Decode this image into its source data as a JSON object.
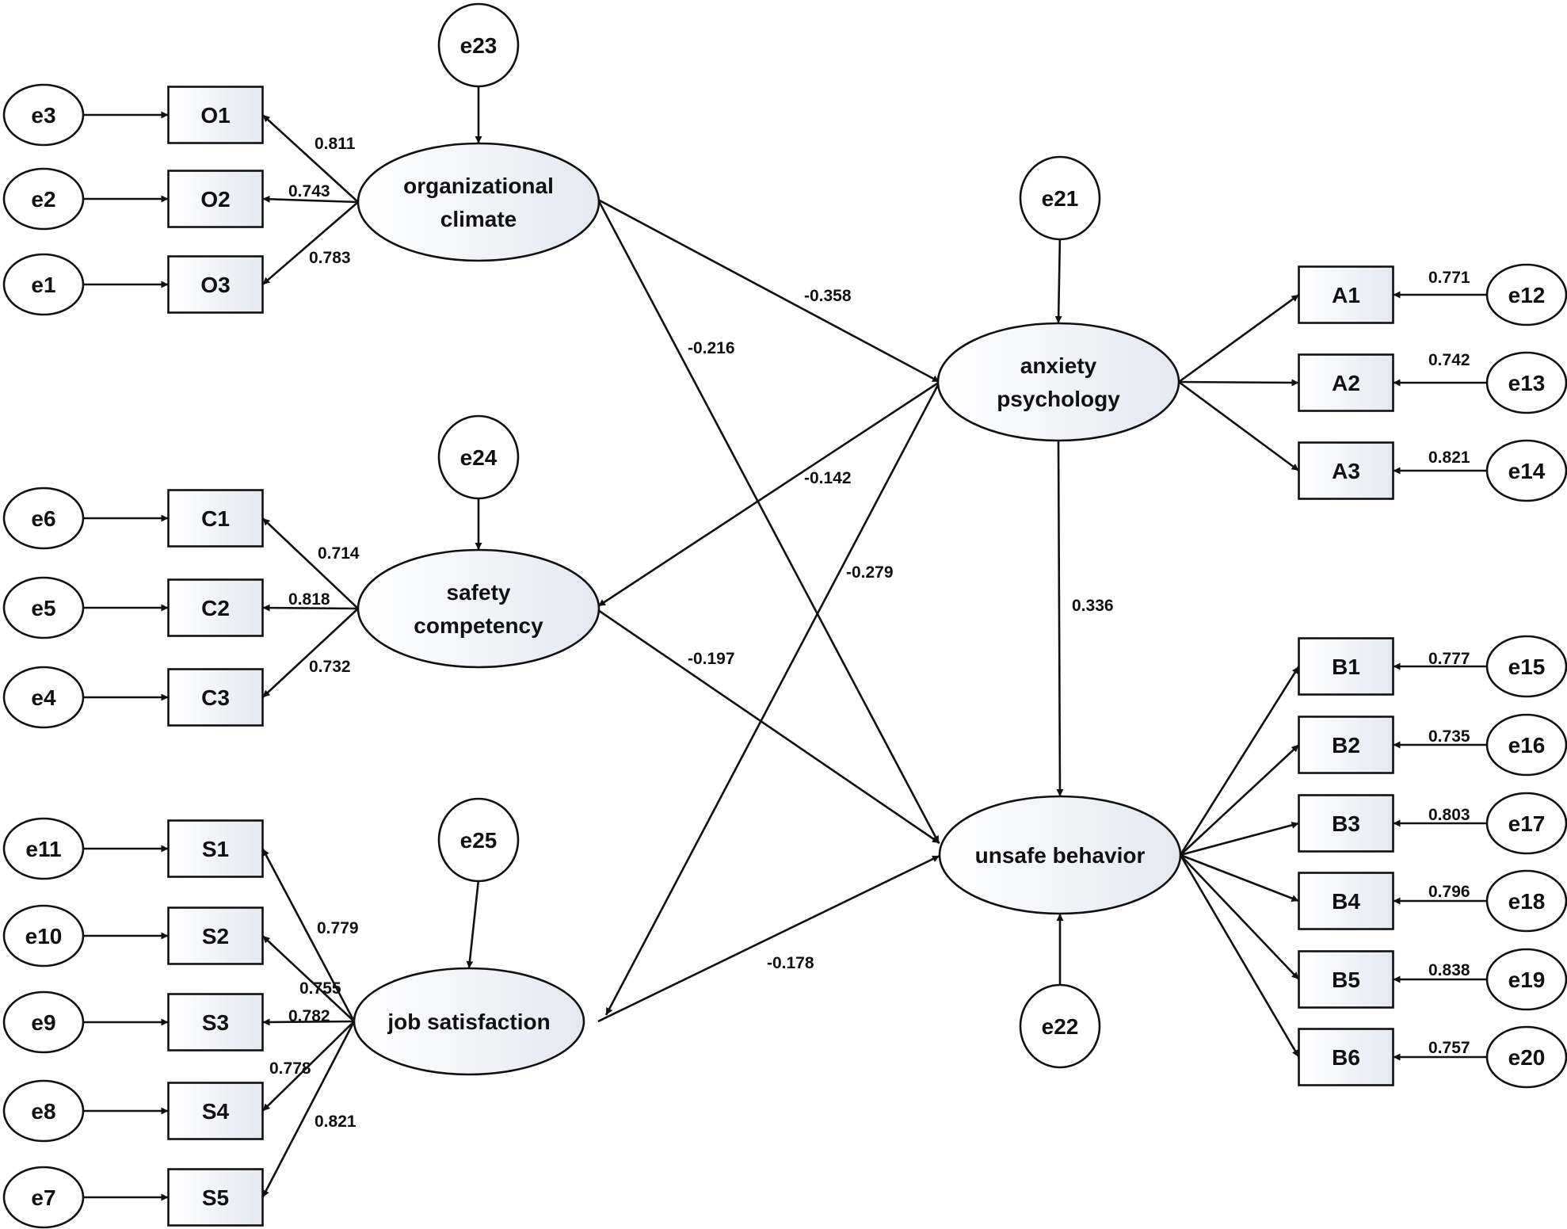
{
  "colors": {
    "stroke": "#111111",
    "fill_gradient_start": "#ffffff",
    "fill_gradient_end": "#e3e8f2"
  },
  "latents": {
    "organizational_climate": [
      "organizational",
      "climate"
    ],
    "safety_competency": [
      "safety",
      "competency"
    ],
    "job_satisfaction": [
      "job satisfaction"
    ],
    "anxiety_psychology": [
      "anxiety",
      "psychology"
    ],
    "unsafe_behavior": [
      "unsafe behavior"
    ]
  },
  "indicators": {
    "O1": "O1",
    "O2": "O2",
    "O3": "O3",
    "C1": "C1",
    "C2": "C2",
    "C3": "C3",
    "S1": "S1",
    "S2": "S2",
    "S3": "S3",
    "S4": "S4",
    "S5": "S5",
    "A1": "A1",
    "A2": "A2",
    "A3": "A3",
    "B1": "B1",
    "B2": "B2",
    "B3": "B3",
    "B4": "B4",
    "B5": "B5",
    "B6": "B6"
  },
  "errors": {
    "e1": "e1",
    "e2": "e2",
    "e3": "e3",
    "e4": "e4",
    "e5": "e5",
    "e6": "e6",
    "e7": "e7",
    "e8": "e8",
    "e9": "e9",
    "e10": "e10",
    "e11": "e11",
    "e12": "e12",
    "e13": "e13",
    "e14": "e14",
    "e15": "e15",
    "e16": "e16",
    "e17": "e17",
    "e18": "e18",
    "e19": "e19",
    "e20": "e20",
    "e21": "e21",
    "e22": "e22",
    "e23": "e23",
    "e24": "e24",
    "e25": "e25"
  },
  "loadings": {
    "O1": "0.811",
    "O2": "0.743",
    "O3": "0.783",
    "C1": "0.714",
    "C2": "0.818",
    "C3": "0.732",
    "S1": "0.779",
    "S2": "0.755",
    "S3": "0.782",
    "S4": "0.778",
    "S5": "0.821",
    "A1": "0.771",
    "A2": "0.742",
    "A3": "0.821",
    "B1": "0.777",
    "B2": "0.735",
    "B3": "0.803",
    "B4": "0.796",
    "B5": "0.838",
    "B6": "0.757"
  },
  "paths": {
    "anxiety_to_organizational": "-0.358",
    "organizational_to_unsafe": "-0.216",
    "anxiety_to_safety": "-0.142",
    "anxiety_to_job": "-0.279",
    "safety_to_unsafe": "-0.197",
    "job_to_unsafe": "-0.178",
    "anxiety_to_unsafe": "0.336"
  }
}
